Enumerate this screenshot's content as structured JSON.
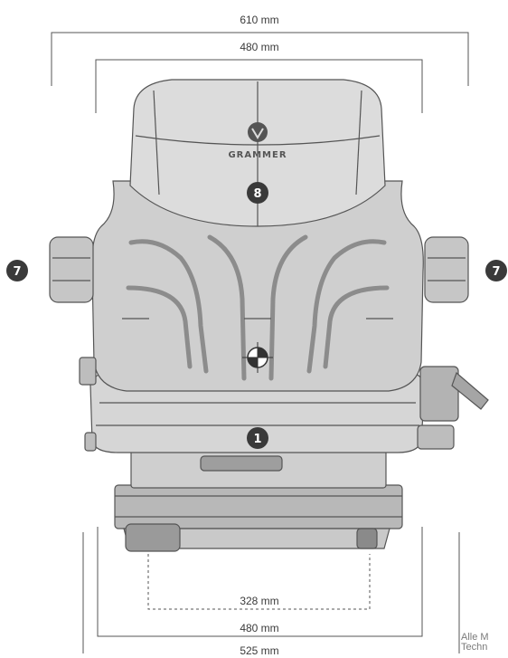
{
  "dimensions": {
    "top_outer": "610 mm",
    "top_inner": "480 mm",
    "bottom_feet": "328 mm",
    "bottom_mid": "480 mm",
    "bottom_outer": "525 mm"
  },
  "badges": {
    "backrest": "8",
    "armrest_left": "7",
    "armrest_right": "7",
    "cushion": "1"
  },
  "brand": "GRAMMER",
  "note": {
    "line1": "Alle M",
    "line2": "Techn"
  },
  "colors": {
    "badge": "#3a3a3a",
    "line": "#4a4a4a",
    "seat_fill": "#d9d9d9",
    "seat_dark": "#bdbdbd"
  }
}
